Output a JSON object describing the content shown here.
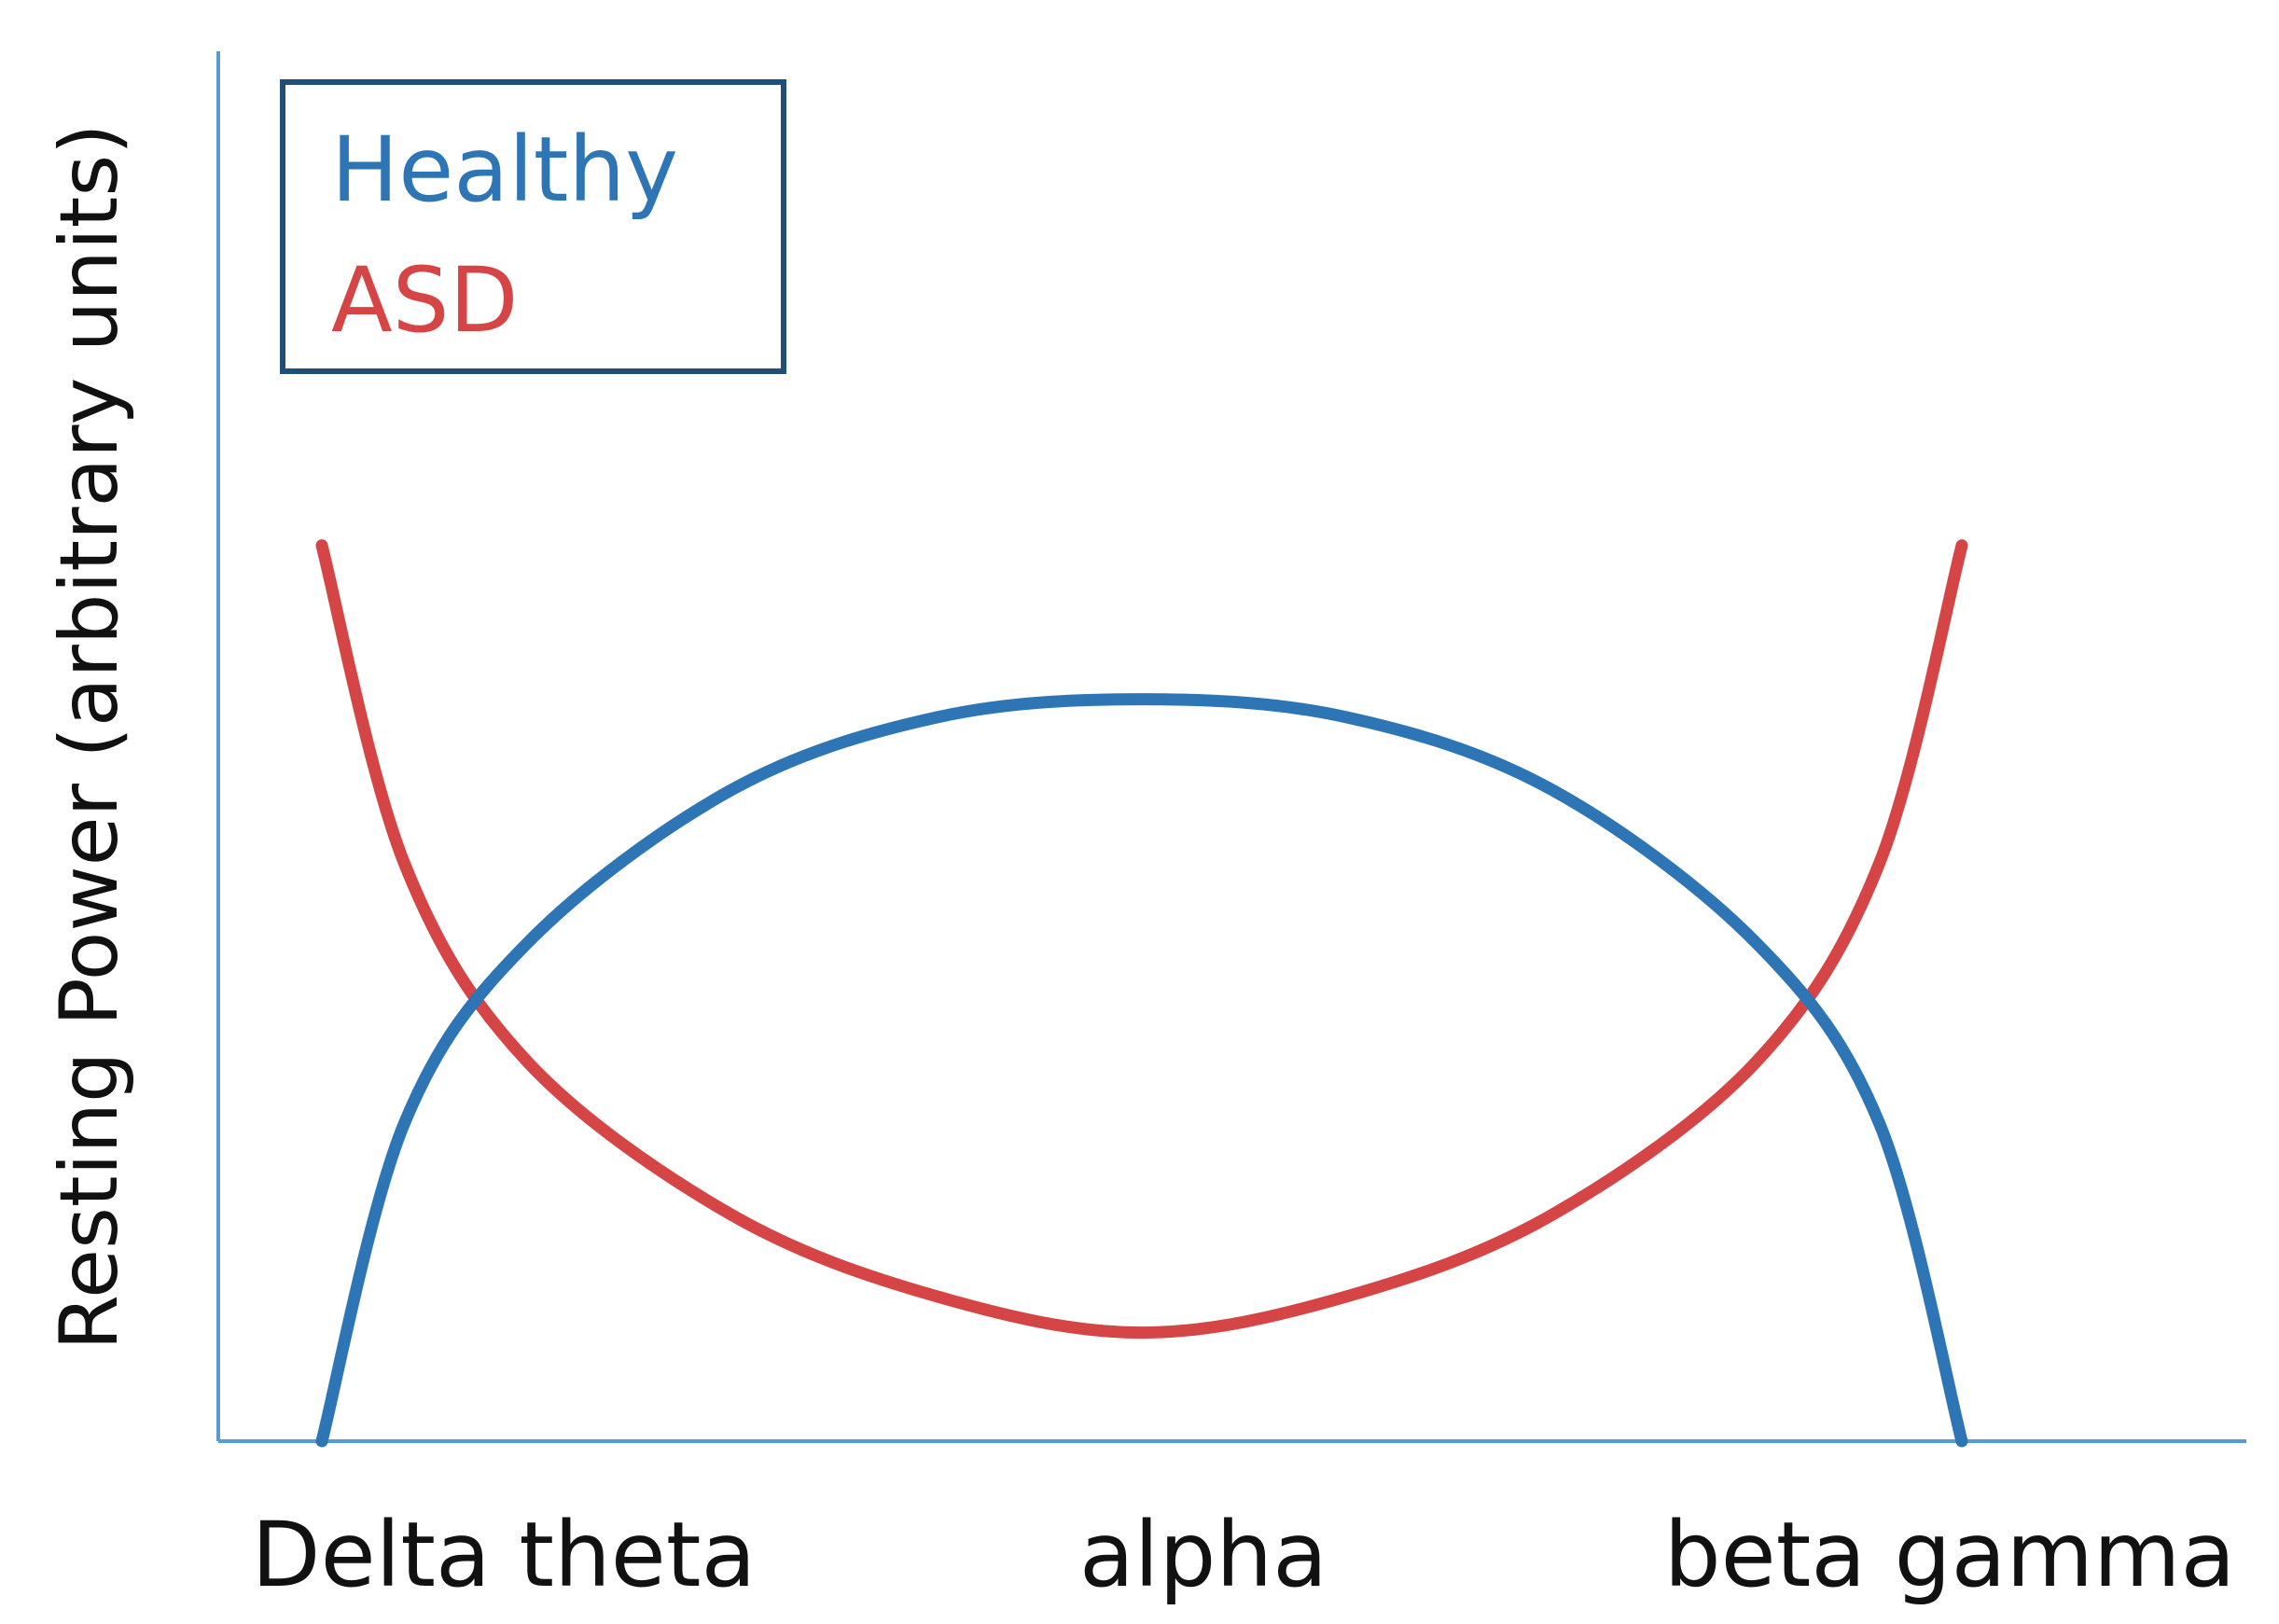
{
  "chart_data": {
    "type": "line",
    "xlabel": "",
    "ylabel": "Resting Power (arbitrary units)",
    "categories": [
      "Delta theta",
      "alpha",
      "beta gamma"
    ],
    "xlim": [
      0,
      2
    ],
    "ylim": [
      0,
      1
    ],
    "grid": false,
    "legend_position": "top-left",
    "series": [
      {
        "name": "Healthy",
        "color": "#2e75b6",
        "x": [
          0,
          0.1,
          0.25,
          0.5,
          0.75,
          1.0,
          1.25,
          1.5,
          1.75,
          1.9,
          2.0
        ],
        "y": [
          0.0,
          0.35,
          0.55,
          0.72,
          0.8,
          0.82,
          0.8,
          0.72,
          0.55,
          0.35,
          0.0
        ]
      },
      {
        "name": "ASD",
        "color": "#d64545",
        "x": [
          0,
          0.1,
          0.25,
          0.5,
          0.75,
          1.0,
          1.25,
          1.5,
          1.75,
          1.9,
          2.0
        ],
        "y": [
          0.99,
          0.64,
          0.42,
          0.25,
          0.16,
          0.12,
          0.16,
          0.25,
          0.42,
          0.64,
          0.99
        ]
      }
    ]
  },
  "colors": {
    "axis": "#5b9bd5",
    "legend_border": "#1f4e79",
    "healthy": "#2e75b6",
    "asd": "#d64545"
  }
}
